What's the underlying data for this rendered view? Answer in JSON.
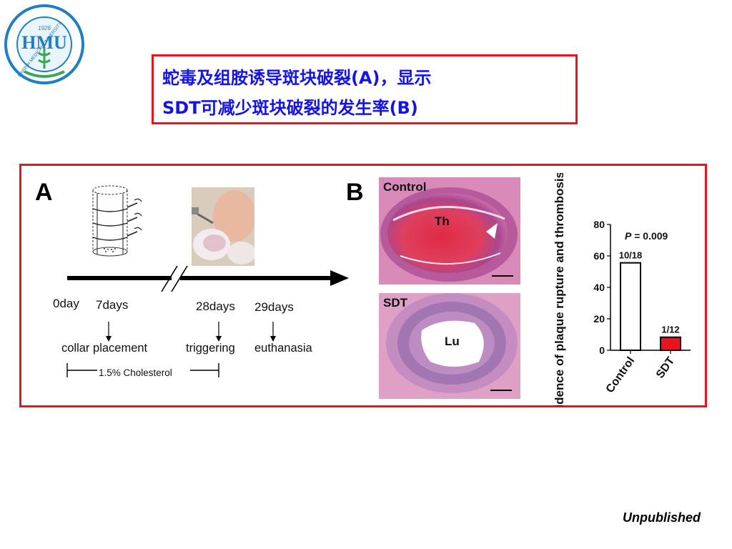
{
  "logo": {
    "monogram": "HMU",
    "year": "1926",
    "ring_text": "HARBIN MEDICAL UNIVERSITY",
    "colors": {
      "ring": "#1f7fc0",
      "monogram": "#1f7fc0",
      "accent": "#3aa65a"
    }
  },
  "title": {
    "line1": "蛇毒及组胺诱导斑块破裂(A)，显示",
    "line2": "SDT可减少斑块破裂的发生率(B)",
    "color": "#1414e6",
    "border_color": "#e8141b"
  },
  "panel_a": {
    "letter": "A",
    "timepoints": [
      "0day",
      "7days",
      "28days",
      "29days"
    ],
    "events": [
      "collar placement",
      "triggering",
      "euthanasia"
    ],
    "diet": "1.5% Cholesterol"
  },
  "panel_b": {
    "letter": "B",
    "images": [
      {
        "group": "Control",
        "inner_label": "Th"
      },
      {
        "group": "SDT",
        "inner_label": "Lu"
      }
    ]
  },
  "chart_data": {
    "type": "bar",
    "categories": [
      "Control",
      "SDT"
    ],
    "values": [
      55.6,
      8.3
    ],
    "data_labels": [
      "10/18",
      "1/12"
    ],
    "bar_colors": [
      "#ffffff",
      "#e8141b"
    ],
    "ylabel": "Incidence of plaque rupture and thrombosis (%)",
    "ylim": [
      0,
      80
    ],
    "yticks": [
      0,
      20,
      40,
      60,
      80
    ],
    "annotation_p": "P",
    "annotation_value": " = 0.009",
    "grid": false
  },
  "footer": {
    "note": "Unpublished"
  }
}
